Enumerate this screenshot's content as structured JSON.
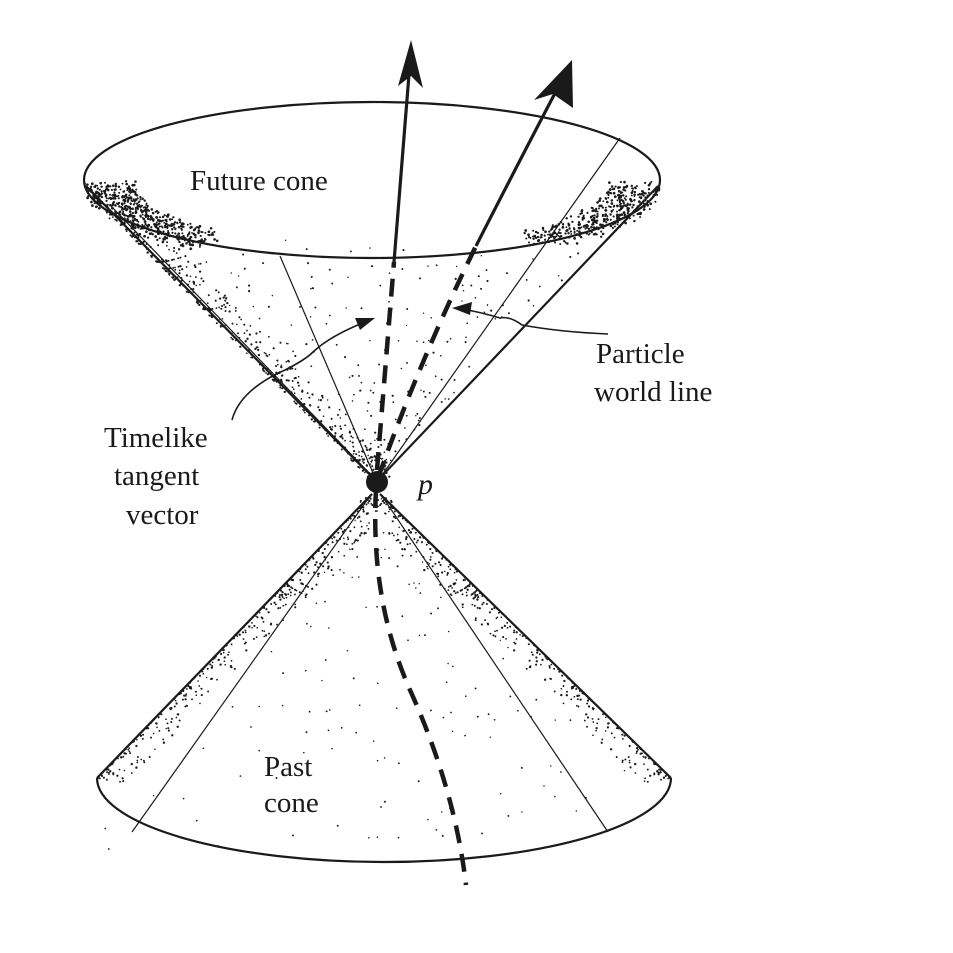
{
  "diagram": {
    "labels": {
      "future_cone": "Future cone",
      "past_cone_line1": "Past",
      "past_cone_line2": "cone",
      "particle_line1": "Particle",
      "particle_line2": "world line",
      "timelike_line1": "Timelike",
      "timelike_line2": "tangent",
      "timelike_line3": "vector",
      "point": "p"
    },
    "colors": {
      "ink": "#1a1a1a",
      "paper": "#ffffff"
    }
  }
}
